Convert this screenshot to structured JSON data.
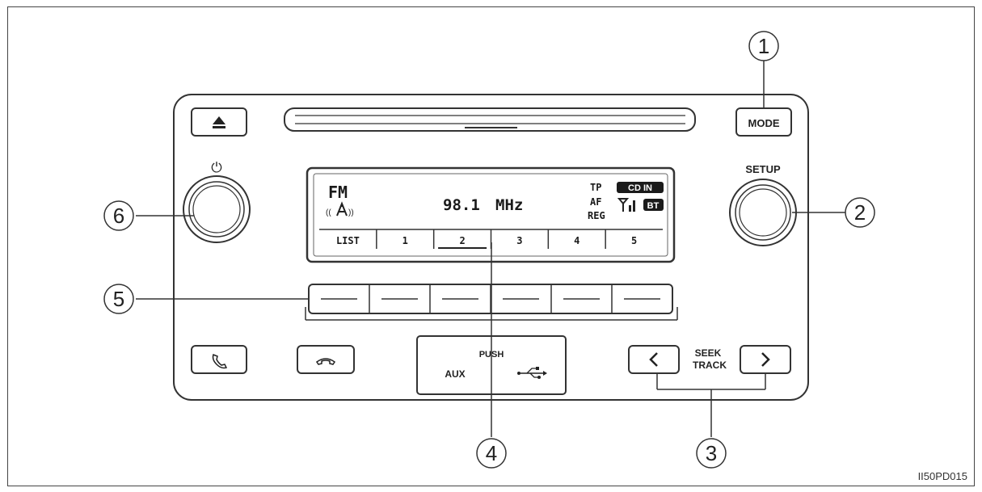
{
  "display": {
    "band": "FM",
    "frequency": "98.1",
    "unit": "MHz",
    "tp": "TP",
    "af": "AF",
    "reg": "REG",
    "cd_in": "CD IN",
    "bt": "BT",
    "softkeys": [
      "LIST",
      "1",
      "2",
      "3",
      "4",
      "5"
    ]
  },
  "buttons": {
    "mode": "MODE",
    "setup": "SETUP",
    "push": "PUSH",
    "aux": "AUX",
    "seek_track_line1": "SEEK",
    "seek_track_line2": "TRACK"
  },
  "callouts": [
    "1",
    "2",
    "3",
    "4",
    "5",
    "6"
  ],
  "reference_code": "II50PD015"
}
